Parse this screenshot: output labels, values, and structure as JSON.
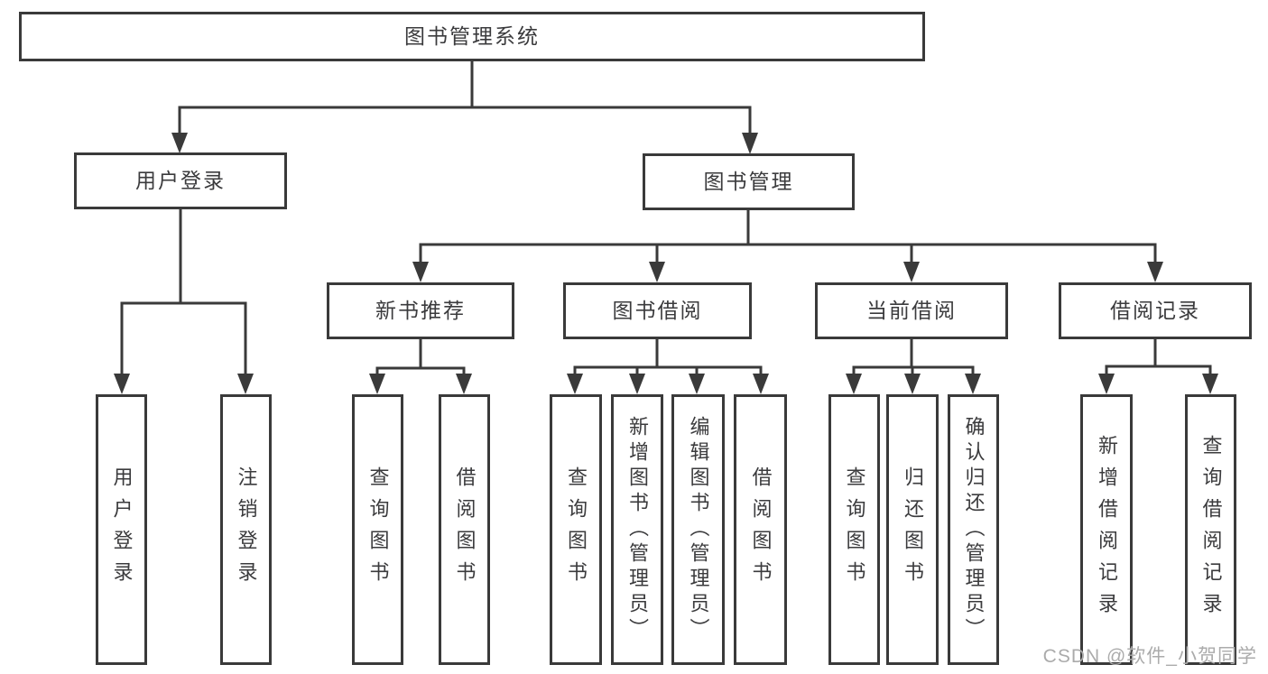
{
  "title": "图书管理系统",
  "branches": [
    "用户登录",
    "图书管理"
  ],
  "sections": [
    "新书推荐",
    "图书借阅",
    "当前借阅",
    "借阅记录"
  ],
  "leaves": [
    "用户登录",
    "注销登录",
    "查询图书",
    "借阅图书",
    "查询图书",
    "新增图书（管理员）",
    "编辑图书（管理员）",
    "借阅图书",
    "查询图书",
    "归还图书",
    "确认归还（管理员）",
    "新增借阅记录",
    "查询借阅记录"
  ],
  "watermark": "CSDN @软件_小贺同学",
  "colors": {
    "line": "#3a3a3a",
    "text": "#3b3b3d",
    "watermark": "#ababab"
  }
}
